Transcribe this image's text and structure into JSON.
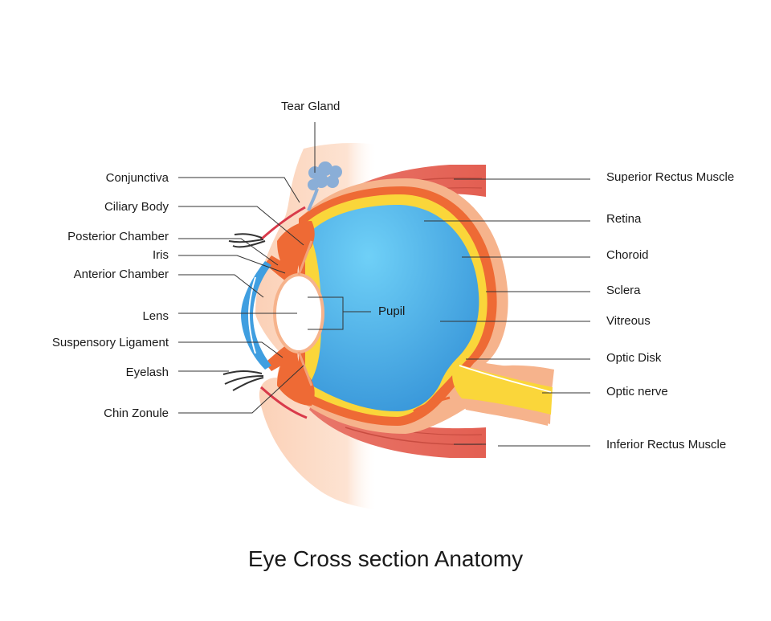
{
  "title": "Eye Cross section Anatomy",
  "labels": {
    "tear_gland": "Tear Gland",
    "conjunctiva": "Conjunctiva",
    "ciliary_body": "Ciliary Body",
    "posterior_chamber": "Posterior Chamber",
    "iris": "Iris",
    "anterior_chamber": "Anterior Chamber",
    "lens": "Lens",
    "suspensory_ligament": "Suspensory Ligament",
    "eyelash": "Eyelash",
    "chin_zonule": "Chin Zonule",
    "pupil": "Pupil",
    "superior_rectus_muscle": "Superior Rectus Muscle",
    "retina": "Retina",
    "choroid": "Choroid",
    "sclera": "Sclera",
    "vitreous": "Vitreous",
    "optic_disk": "Optic Disk",
    "optic_nerve": "Optic nerve",
    "inferior_rectus_muscle": "Inferior Rectus Muscle"
  },
  "colors": {
    "skin": "#fbd5bd",
    "muscle": "#e8705f",
    "sclera": "#f6b38c",
    "choroid": "#ee6a35",
    "retina": "#fad63a",
    "vitreous": "#4aaee6",
    "cornea": "#3f9ee0",
    "tear_gland": "#8aaed7",
    "leader_line": "#333333"
  }
}
